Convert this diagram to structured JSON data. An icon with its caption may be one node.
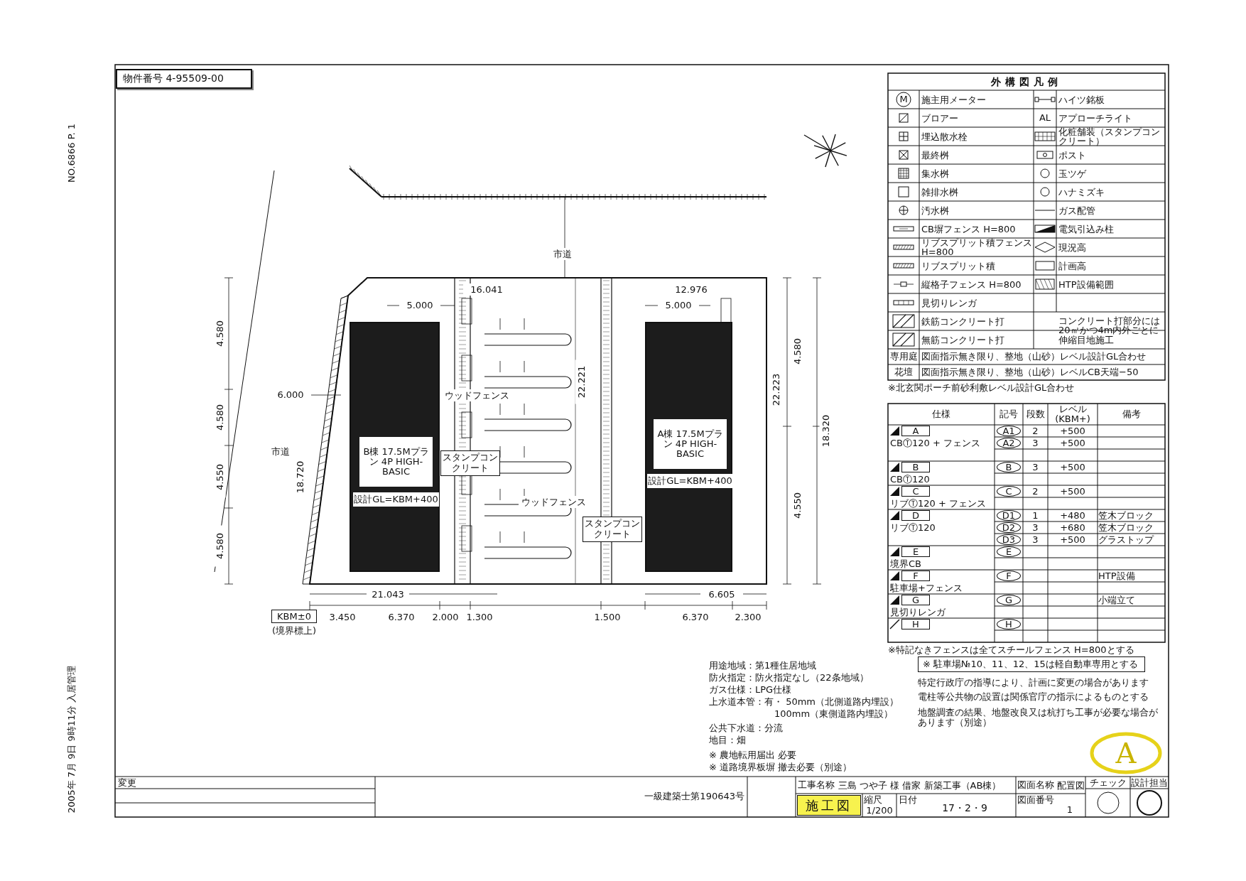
{
  "diagram": {
    "nodes": [
      {
        "text": [
          "物件番号 4-95509-00"
        ]
      },
      {
        "text": [
          "B棟 17.5Mプラン 4P HIGH-BASIC",
          "設計GL=KBM+400"
        ]
      },
      {
        "text": [
          "A棟 17.5Mプラン 4P HIGH-BASIC",
          "設計GL=KBM+400"
        ]
      },
      {
        "text": [
          "スタンプコンクリート"
        ]
      },
      {
        "text": [
          "スタンプコンクリート"
        ]
      },
      {
        "text": [
          "KBM±0"
        ],
        "beside": [
          "(境界標上)"
        ]
      },
      {
        "text": [
          "※ 駐車場№10、11、12、15は軽自動車専用とする"
        ]
      },
      {
        "text": [
          "施工図"
        ]
      }
    ],
    "labels": [
      "NO.6866 P. 1",
      "2005年 7月 9日 9時11分 入居管理",
      "外構図凡例",
      "AL",
      "コンクリート打部分には20㎡かつ4m内外ごとに伸縮目地施工",
      "専用庭",
      "図面指示無き限り、整地（山砂）レベル設計GL合わせ",
      "花壇",
      "図面指示無き限り、整地（山砂）レベルCB天端−50",
      "※北玄関ポーチ前砂利敷レベル設計GL合わせ",
      "仕様",
      "記号",
      "段数",
      "レベル(KBM+)",
      "備考",
      "A",
      "CBⓉ120 + フェンス",
      "A1",
      "2",
      "+500",
      "A2",
      "3",
      "+500",
      "B",
      "CBⓉ120",
      "B",
      "3",
      "+500",
      "C",
      "リブⓉ120 + フェンス",
      "C",
      "2",
      "+500",
      "D",
      "リブⓉ120",
      "D1",
      "1",
      "+480",
      "笠木ブロック",
      "D2",
      "3",
      "+680",
      "笠木ブロック",
      "D3",
      "3",
      "+500",
      "グラストップ",
      "E",
      "境界CB",
      "E",
      "F",
      "駐車場+フェンス",
      "F",
      "HTP設備",
      "G",
      "見切りレンガ",
      "G",
      "小端立て",
      "H",
      "H",
      "※特記なきフェンスは全てスチールフェンス H=800とする",
      "用途地域：第1種住居地域",
      "防火指定：防火指定なし（22条地域）",
      "ガス仕様：LPG仕様",
      "上水道本管：有・ 50mm（北側道路内埋設）",
      "100mm（東側道路内埋設）",
      "公共下水道：分流",
      "地目：畑",
      "※ 農地転用届出 必要",
      "※ 道路境界板塀 撤去必要（別途）",
      "特定行政庁の指導により、計画に変更の場合があります",
      "電柱等公共物の設置は関係官庁の指示によるものとする",
      "地盤調査の結果、地盤改良又は杭打ち工事が必要な場合があります（別途）",
      "変更",
      "一級建築士第190643号",
      "工事名称",
      "三島 つや子 様 借家 新築工事（AB棟）",
      "図面名称",
      "配置図",
      "チェック",
      "設計担当",
      "縮尺",
      "1/200",
      "日付",
      "17・2・9",
      "図面番号",
      "1",
      "市道",
      "市道",
      "16.041",
      "12.976",
      "5.000",
      "5.000",
      "6.000",
      "18.720",
      "4.580",
      "4.580",
      "4.550",
      "4.580",
      "22.221",
      "22.223",
      "18.320",
      "4.580",
      "4.550",
      "21.043",
      "6.605",
      "3.450",
      "6.370",
      "2.000",
      "1.300",
      "1.500",
      "6.370",
      "2.300",
      "ウッドフェンス",
      "ウッドフェンス",
      "A",
      "M"
    ],
    "legend": [
      {
        "text": "施主用メーター"
      },
      {
        "text": "ハイツ銘板"
      },
      {
        "text": "ブロアー"
      },
      {
        "text": "アプローチライト"
      },
      {
        "text": "埋込散水栓"
      },
      {
        "text": "化粧舗装（スタンプコンクリート）"
      },
      {
        "text": "最終桝"
      },
      {
        "text": "ポスト"
      },
      {
        "text": "集水桝"
      },
      {
        "text": "玉ツゲ"
      },
      {
        "text": "雑排水桝"
      },
      {
        "text": "ハナミズキ"
      },
      {
        "text": "汚水桝"
      },
      {
        "text": "ガス配管"
      },
      {
        "text": "CB塀フェンス H=800"
      },
      {
        "text": "電気引込み柱"
      },
      {
        "text": "リブスプリット積フェンス H=800"
      },
      {
        "text": "現況高"
      },
      {
        "text": "リブスプリット積"
      },
      {
        "text": "計画高"
      },
      {
        "text": "縦格子フェンス H=800"
      },
      {
        "text": "HTP設備範囲"
      },
      {
        "text": "見切りレンガ"
      },
      {
        "text": "鉄筋コンクリート打"
      },
      {
        "text": "無筋コンクリート打"
      }
    ]
  }
}
